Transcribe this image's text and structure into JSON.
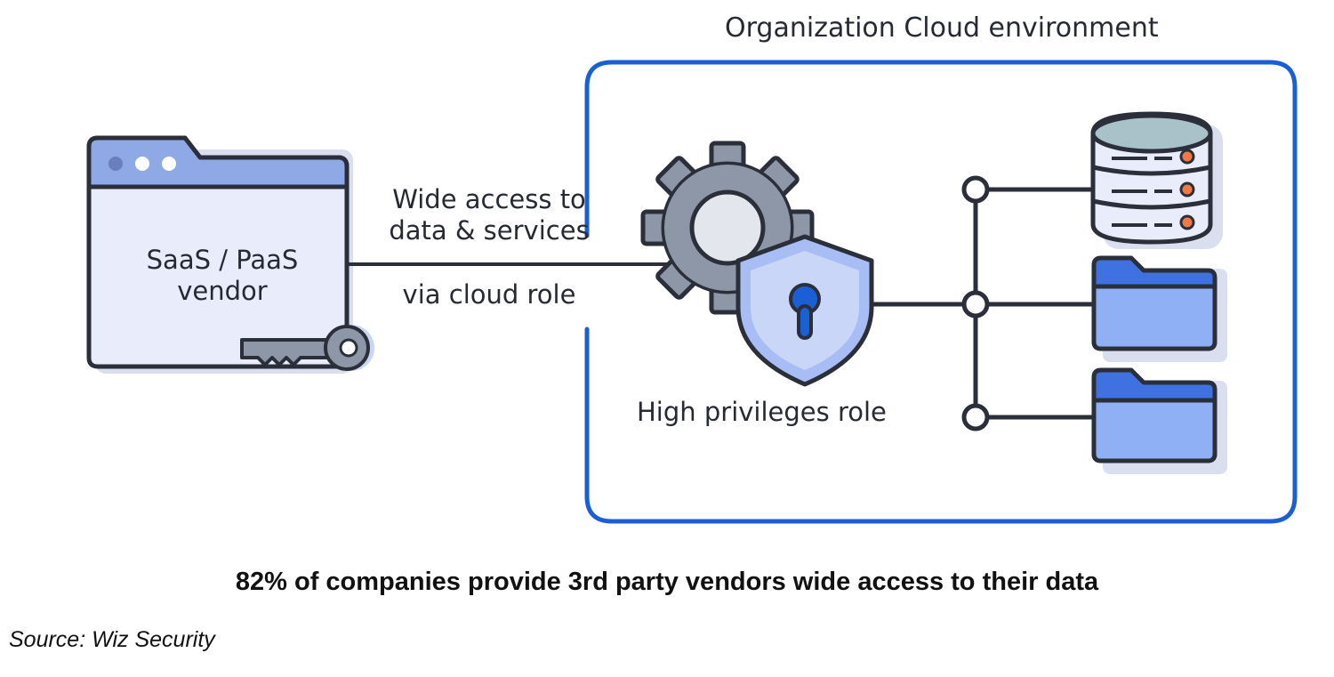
{
  "cloud_env": {
    "title": "Organization Cloud environment"
  },
  "vendor": {
    "label_line1": "SaaS / PaaS",
    "label_line2": "vendor"
  },
  "connection": {
    "label_line1": "Wide access to",
    "label_line2": "data & services",
    "label_line3": "via cloud  role"
  },
  "role": {
    "label": "High privileges role"
  },
  "caption": "82% of companies provide 3rd party vendors wide access to their data",
  "source": "Source: Wiz Security",
  "colors": {
    "accent_blue": "#1a5fd6",
    "outline": "#2b2f3a",
    "window_header": "#8fa8e6",
    "window_body": "#e9edfb",
    "gear": "#8e97a8",
    "shield": "#a7bdf3",
    "folder": "#8fb0f5",
    "folder_tab": "#3f72e0",
    "database_top": "#a9c2c9",
    "led": "#f07a45"
  },
  "icons": [
    "browser-window-icon",
    "key-icon",
    "gear-icon",
    "shield-lock-icon",
    "database-icon",
    "folder-icon"
  ]
}
